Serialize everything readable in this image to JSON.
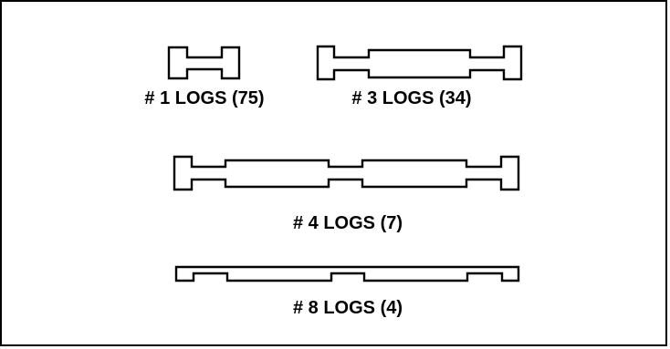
{
  "logs": [
    {
      "id": "log-1",
      "label": "# 1 LOGS (75)"
    },
    {
      "id": "log-3",
      "label": "# 3 LOGS (34)"
    },
    {
      "id": "log-4",
      "label": "# 4 LOGS (7)"
    },
    {
      "id": "log-8",
      "label": "# 8 LOGS (4)"
    }
  ]
}
